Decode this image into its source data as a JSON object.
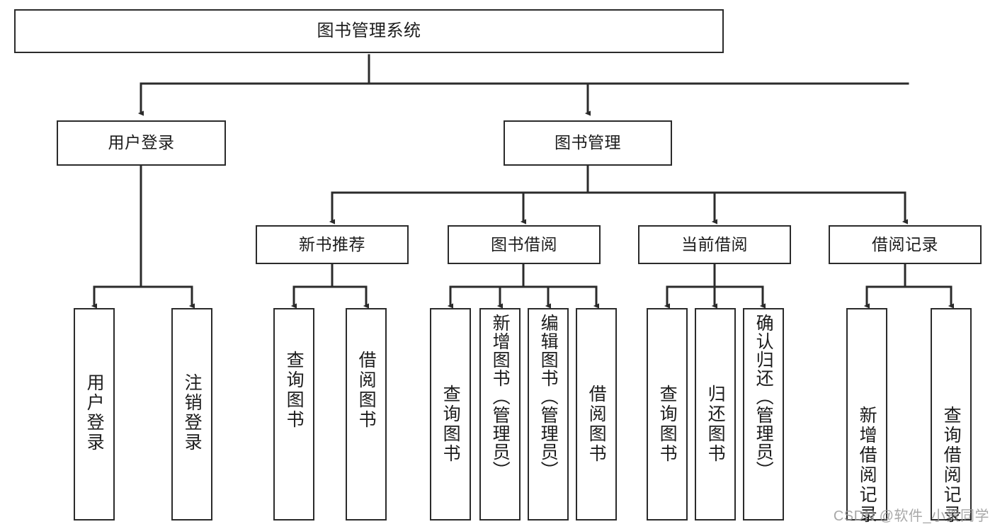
{
  "diagram": {
    "title": "图书管理系统",
    "type": "tree",
    "watermark": "CSDN @软件_小贺同学",
    "colors": {
      "box_border": "#2b2b2b",
      "box_fill": "#ffffff",
      "edge": "#2b2b2b",
      "text": "#1c1c1c",
      "watermark": "#9a9a9a"
    },
    "nodes": {
      "root": {
        "label": "图书管理系统",
        "level": 0
      },
      "user_login": {
        "label": "用户登录",
        "level": 1
      },
      "book_manage": {
        "label": "图书管理",
        "level": 1
      },
      "new_book_rec": {
        "label": "新书推荐",
        "level": 2
      },
      "book_borrow": {
        "label": "图书借阅",
        "level": 2
      },
      "current_borrow": {
        "label": "当前借阅",
        "level": 2
      },
      "borrow_record": {
        "label": "借阅记录",
        "level": 2
      },
      "leaf_user_login": {
        "label": "用户登录",
        "level": 3
      },
      "leaf_logout": {
        "label": "注销登录",
        "level": 3
      },
      "leaf_query_book_1": {
        "label": "查询图书",
        "level": 3
      },
      "leaf_borrow_book_1": {
        "label": "借阅图书",
        "level": 3
      },
      "leaf_query_book_2": {
        "label": "查询图书",
        "level": 3
      },
      "leaf_add_book": {
        "label": "新增图书（管理员）",
        "level": 3
      },
      "leaf_edit_book": {
        "label": "编辑图书（管理员）",
        "level": 3
      },
      "leaf_borrow_book_2": {
        "label": "借阅图书",
        "level": 3
      },
      "leaf_query_book_3": {
        "label": "查询图书",
        "level": 3
      },
      "leaf_return_book": {
        "label": "归还图书",
        "level": 3
      },
      "leaf_confirm_return": {
        "label": "确认归还（管理员）",
        "level": 3
      },
      "leaf_add_record": {
        "label": "新增借阅记录",
        "level": 3
      },
      "leaf_query_record": {
        "label": "查询借阅记录",
        "level": 3
      }
    },
    "edges": [
      {
        "from": "root",
        "to": "user_login"
      },
      {
        "from": "root",
        "to": "book_manage"
      },
      {
        "from": "book_manage",
        "to": "new_book_rec"
      },
      {
        "from": "book_manage",
        "to": "book_borrow"
      },
      {
        "from": "book_manage",
        "to": "current_borrow"
      },
      {
        "from": "book_manage",
        "to": "borrow_record"
      },
      {
        "from": "user_login",
        "to": "leaf_user_login"
      },
      {
        "from": "user_login",
        "to": "leaf_logout"
      },
      {
        "from": "new_book_rec",
        "to": "leaf_query_book_1"
      },
      {
        "from": "new_book_rec",
        "to": "leaf_borrow_book_1"
      },
      {
        "from": "book_borrow",
        "to": "leaf_query_book_2"
      },
      {
        "from": "book_borrow",
        "to": "leaf_add_book"
      },
      {
        "from": "book_borrow",
        "to": "leaf_edit_book"
      },
      {
        "from": "book_borrow",
        "to": "leaf_borrow_book_2"
      },
      {
        "from": "current_borrow",
        "to": "leaf_query_book_3"
      },
      {
        "from": "current_borrow",
        "to": "leaf_return_book"
      },
      {
        "from": "current_borrow",
        "to": "leaf_confirm_return"
      },
      {
        "from": "borrow_record",
        "to": "leaf_add_record"
      },
      {
        "from": "borrow_record",
        "to": "leaf_query_record"
      }
    ]
  }
}
